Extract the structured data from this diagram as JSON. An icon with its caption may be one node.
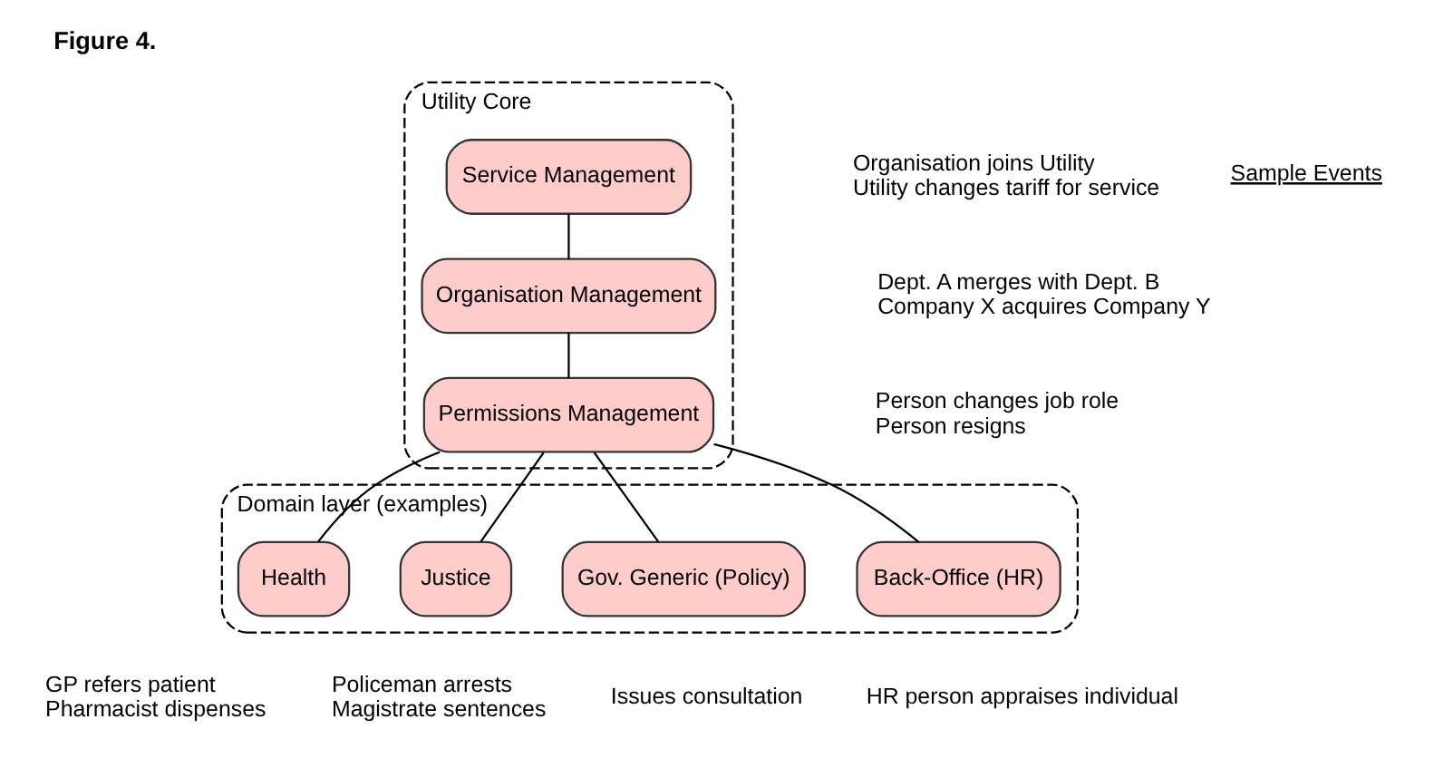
{
  "diagram": {
    "caption": "Figure 4.",
    "nodes": [
      {
        "text": [
          "Utility Core"
        ]
      },
      {
        "text": [
          "Service Management"
        ],
        "in": 0,
        "beside": [
          "Organisation joins Utility",
          "Utility changes tariff for service"
        ]
      },
      {
        "text": [
          "Organisation Management"
        ],
        "in": 0,
        "beside": [
          "Dept. A merges with Dept. B",
          "Company X acquires Company Y"
        ]
      },
      {
        "text": [
          "Permissions Management"
        ],
        "in": 0,
        "beside": [
          "Person changes job role",
          "Person resigns"
        ]
      },
      {
        "text": [
          "Domain layer (examples)"
        ]
      },
      {
        "text": [
          "Health"
        ],
        "in": 4,
        "beside": [
          "GP refers patient",
          "Pharmacist dispenses"
        ]
      },
      {
        "text": [
          "Justice"
        ],
        "in": 4,
        "beside": [
          "Policeman arrests",
          "Magistrate sentences"
        ]
      },
      {
        "text": [
          "Gov. Generic (Policy)"
        ],
        "in": 4,
        "beside": [
          "Issues consultation"
        ]
      },
      {
        "text": [
          "Back-Office (HR)"
        ],
        "in": 4,
        "beside": [
          "HR person appraises individual"
        ]
      }
    ],
    "edges": [
      {
        "from": 1,
        "to": 2,
        "arrow": "none"
      },
      {
        "from": 2,
        "to": 3,
        "arrow": "none"
      },
      {
        "from": 3,
        "to": 5,
        "arrow": "none"
      },
      {
        "from": 3,
        "to": 6,
        "arrow": "none"
      },
      {
        "from": 3,
        "to": 7,
        "arrow": "none"
      },
      {
        "from": 3,
        "to": 8,
        "arrow": "none"
      }
    ],
    "labels": [
      "Sample Events"
    ]
  }
}
